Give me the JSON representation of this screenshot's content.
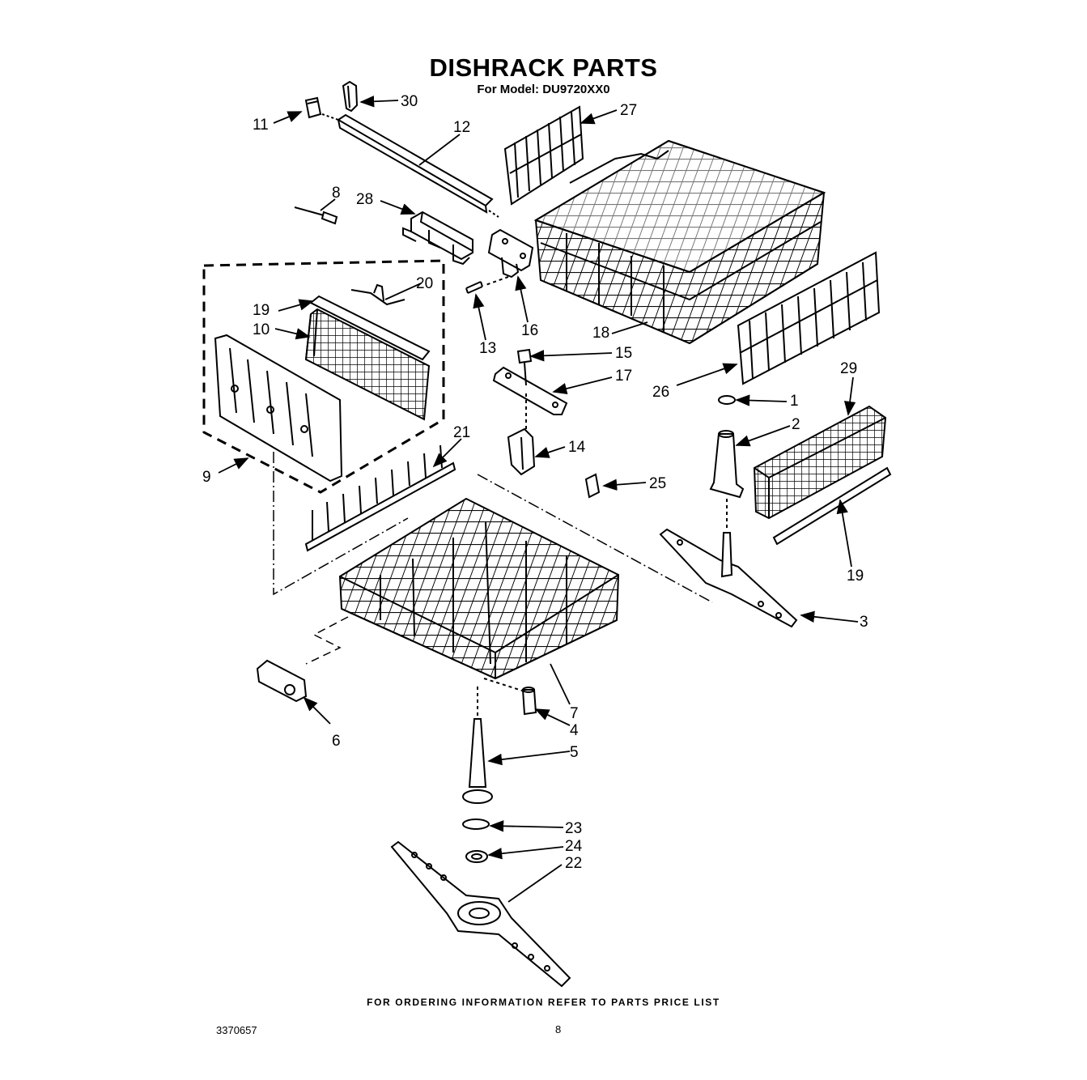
{
  "title": "DISHRACK PARTS",
  "subtitle": "For Model: DU9720XX0",
  "footer_note": "FOR ORDERING INFORMATION REFER TO PARTS PRICE LIST",
  "document_number": "3370657",
  "page_number": "8",
  "callouts": [
    {
      "id": "c1",
      "label": "1"
    },
    {
      "id": "c2",
      "label": "2"
    },
    {
      "id": "c3",
      "label": "3"
    },
    {
      "id": "c4",
      "label": "4"
    },
    {
      "id": "c5",
      "label": "5"
    },
    {
      "id": "c6",
      "label": "6"
    },
    {
      "id": "c7",
      "label": "7"
    },
    {
      "id": "c8",
      "label": "8"
    },
    {
      "id": "c9",
      "label": "9"
    },
    {
      "id": "c10",
      "label": "10"
    },
    {
      "id": "c11",
      "label": "11"
    },
    {
      "id": "c12",
      "label": "12"
    },
    {
      "id": "c13",
      "label": "13"
    },
    {
      "id": "c14",
      "label": "14"
    },
    {
      "id": "c15",
      "label": "15"
    },
    {
      "id": "c16",
      "label": "16"
    },
    {
      "id": "c17",
      "label": "17"
    },
    {
      "id": "c18",
      "label": "18"
    },
    {
      "id": "c19a",
      "label": "19"
    },
    {
      "id": "c19b",
      "label": "19"
    },
    {
      "id": "c20",
      "label": "20"
    },
    {
      "id": "c21",
      "label": "21"
    },
    {
      "id": "c22",
      "label": "22"
    },
    {
      "id": "c23",
      "label": "23"
    },
    {
      "id": "c24",
      "label": "24"
    },
    {
      "id": "c25",
      "label": "25"
    },
    {
      "id": "c26",
      "label": "26"
    },
    {
      "id": "c27",
      "label": "27"
    },
    {
      "id": "c28",
      "label": "28"
    },
    {
      "id": "c29",
      "label": "29"
    },
    {
      "id": "c30",
      "label": "30"
    }
  ]
}
